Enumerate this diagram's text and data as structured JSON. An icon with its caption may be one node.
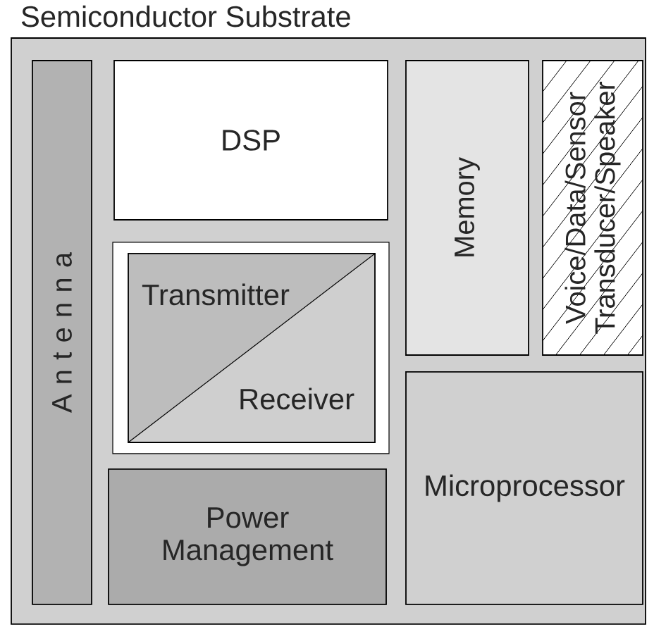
{
  "diagram": {
    "nodes": [
      {
        "text": [
          "Semiconductor Substrate"
        ]
      },
      {
        "text": [
          "A n t e n n a"
        ],
        "in": 0
      },
      {
        "text": [
          "DSP"
        ],
        "in": 0
      },
      {
        "text": [
          "Transmitter",
          "Receiver"
        ],
        "in": 0
      },
      {
        "text": [
          "Memory"
        ],
        "in": 0
      },
      {
        "text": [
          "Voice/Data/Sensor Transducer/Speaker"
        ],
        "in": 0
      },
      {
        "text": [
          "Power Management"
        ],
        "in": 0
      },
      {
        "text": [
          "Microprocessor"
        ],
        "in": 0
      }
    ]
  }
}
